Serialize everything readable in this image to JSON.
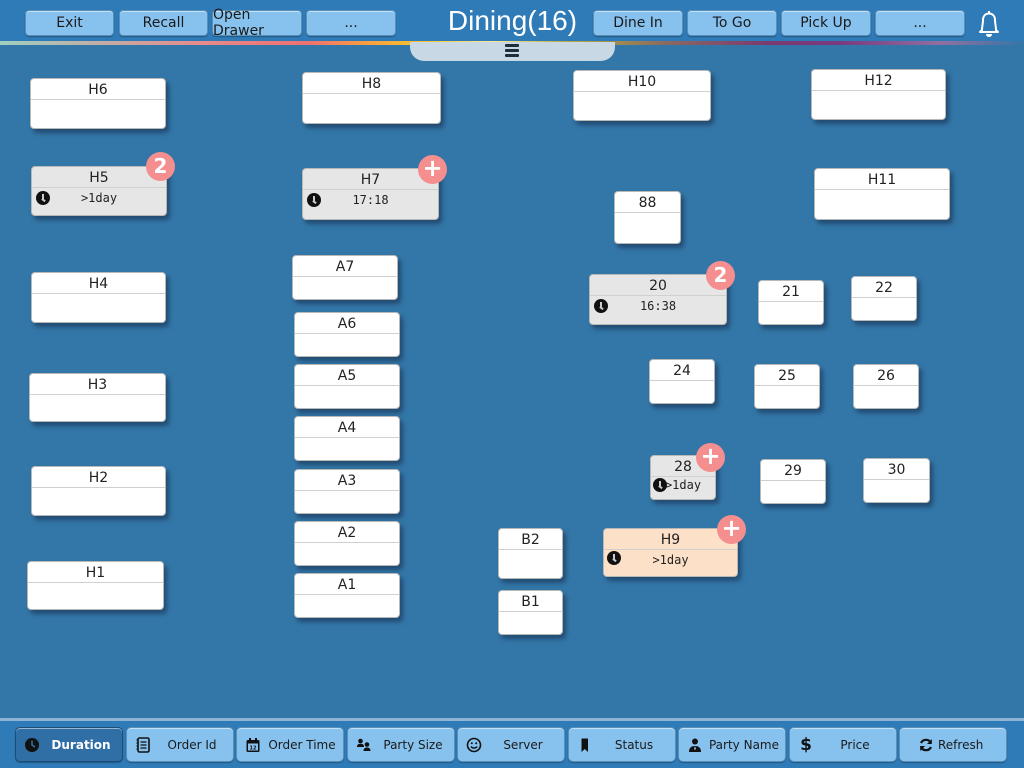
{
  "header": {
    "title": "Dining(16)",
    "left_buttons": [
      {
        "label": "Exit"
      },
      {
        "label": "Recall"
      },
      {
        "label": "Open Drawer"
      },
      {
        "label": "..."
      }
    ],
    "right_buttons": [
      {
        "label": "Dine In"
      },
      {
        "label": "To Go"
      },
      {
        "label": "Pick Up"
      },
      {
        "label": "..."
      }
    ],
    "notification_icon": "bell-icon",
    "drawer_handle_icon": "hamburger-icon"
  },
  "tables": [
    {
      "name": "H6",
      "status": "empty"
    },
    {
      "name": "H5",
      "status": "occupied",
      "duration": ">1day",
      "badge": "2"
    },
    {
      "name": "H4",
      "status": "empty"
    },
    {
      "name": "H3",
      "status": "empty"
    },
    {
      "name": "H2",
      "status": "empty"
    },
    {
      "name": "H1",
      "status": "empty"
    },
    {
      "name": "H8",
      "status": "empty"
    },
    {
      "name": "H7",
      "status": "occupied",
      "duration": "17:18",
      "badge": "+"
    },
    {
      "name": "A7",
      "status": "empty"
    },
    {
      "name": "A6",
      "status": "empty"
    },
    {
      "name": "A5",
      "status": "empty"
    },
    {
      "name": "A4",
      "status": "empty"
    },
    {
      "name": "A3",
      "status": "empty"
    },
    {
      "name": "A2",
      "status": "empty"
    },
    {
      "name": "A1",
      "status": "empty"
    },
    {
      "name": "B2",
      "status": "empty"
    },
    {
      "name": "B1",
      "status": "empty"
    },
    {
      "name": "H10",
      "status": "empty"
    },
    {
      "name": "88",
      "status": "empty"
    },
    {
      "name": "20",
      "status": "occupied",
      "duration": "16:38",
      "badge": "2"
    },
    {
      "name": "24",
      "status": "empty"
    },
    {
      "name": "28",
      "status": "occupied",
      "duration": ">1day",
      "badge": "+"
    },
    {
      "name": "H9",
      "status": "highlight",
      "duration": ">1day",
      "badge": "+"
    },
    {
      "name": "H12",
      "status": "empty"
    },
    {
      "name": "H11",
      "status": "empty"
    },
    {
      "name": "21",
      "status": "empty"
    },
    {
      "name": "22",
      "status": "empty"
    },
    {
      "name": "25",
      "status": "empty"
    },
    {
      "name": "26",
      "status": "empty"
    },
    {
      "name": "29",
      "status": "empty"
    },
    {
      "name": "30",
      "status": "empty"
    }
  ],
  "sort_bar": [
    {
      "label": "Duration",
      "icon": "clock-icon",
      "active": true
    },
    {
      "label": "Order Id",
      "icon": "notebook-icon",
      "active": false
    },
    {
      "label": "Order Time",
      "icon": "calendar-icon",
      "active": false
    },
    {
      "label": "Party Size",
      "icon": "people-icon",
      "active": false
    },
    {
      "label": "Server",
      "icon": "smiley-icon",
      "active": false
    },
    {
      "label": "Status",
      "icon": "bookmark-icon",
      "active": false
    },
    {
      "label": "Party Name",
      "icon": "person-icon",
      "active": false
    },
    {
      "label": "Price",
      "icon": "dollar-icon",
      "active": false
    },
    {
      "label": "Refresh",
      "icon": "refresh-icon",
      "active": false
    }
  ],
  "colors": {
    "background": "#3377a8",
    "button": "#87c2ef",
    "active_button": "#2f6fa6",
    "badge": "#f58e8e",
    "occupied_table": "#e6e6e6",
    "highlight_table": "#fde0c8"
  }
}
